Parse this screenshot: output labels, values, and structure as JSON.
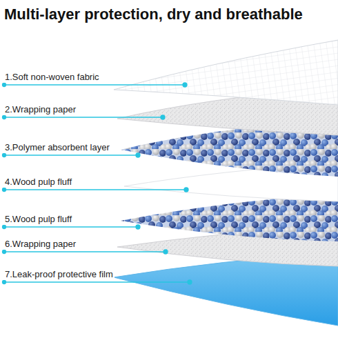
{
  "diagram": {
    "title": "Multi-layer protection, dry and breathable",
    "labels": [
      "1.Soft non-woven fabric",
      "2.Wrapping paper",
      "3.Polymer absorbent layer",
      "4.Wood pulp fluff",
      "5.Wood pulp fluff",
      "6.Wrapping paper",
      "7.Leak-proof protective film"
    ]
  }
}
